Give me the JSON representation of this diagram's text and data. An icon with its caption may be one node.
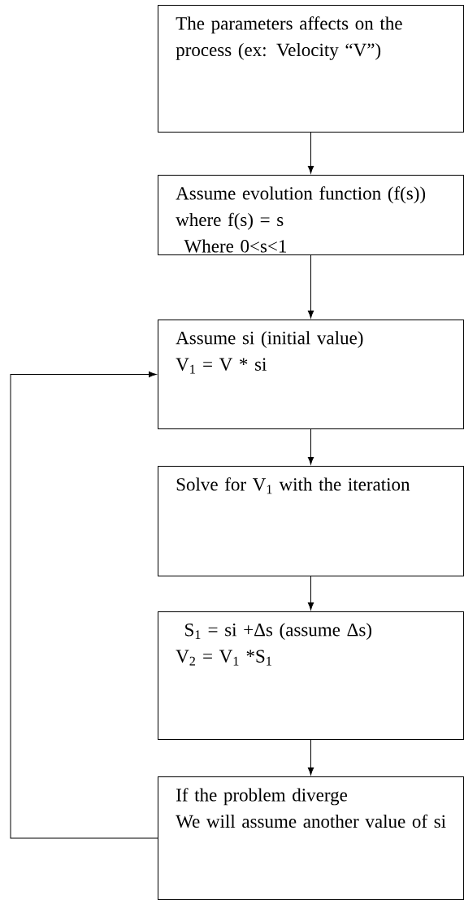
{
  "diagram": {
    "nodes": [
      {
        "text": [
          "The parameters affects on the process (ex: Velocity “V”)"
        ]
      },
      {
        "text": [
          "Assume evolution function (f(s)) where f(s) = s",
          "Where 0<s<1"
        ]
      },
      {
        "text": [
          "Assume si (initial value)",
          "V$_{1}$ = V * si"
        ]
      },
      {
        "text": [
          "Solve for V$_{1}$ with the iteration"
        ]
      },
      {
        "text": [
          "S$_{1}$ = si +Δs (assume Δs)",
          "V$_{2}$ = V$_{1}$ *S$_{1}$"
        ]
      },
      {
        "text": [
          "If the problem diverge",
          "We will assume another value of si"
        ]
      }
    ],
    "edges": [
      {
        "from": 0,
        "to": 1,
        "arrow": "to"
      },
      {
        "from": 1,
        "to": 2,
        "arrow": "to"
      },
      {
        "from": 2,
        "to": 3,
        "arrow": "to"
      },
      {
        "from": 3,
        "to": 4,
        "arrow": "to"
      },
      {
        "from": 4,
        "to": 5,
        "arrow": "to"
      },
      {
        "from": 5,
        "to": 2,
        "arrow": "to"
      }
    ]
  }
}
